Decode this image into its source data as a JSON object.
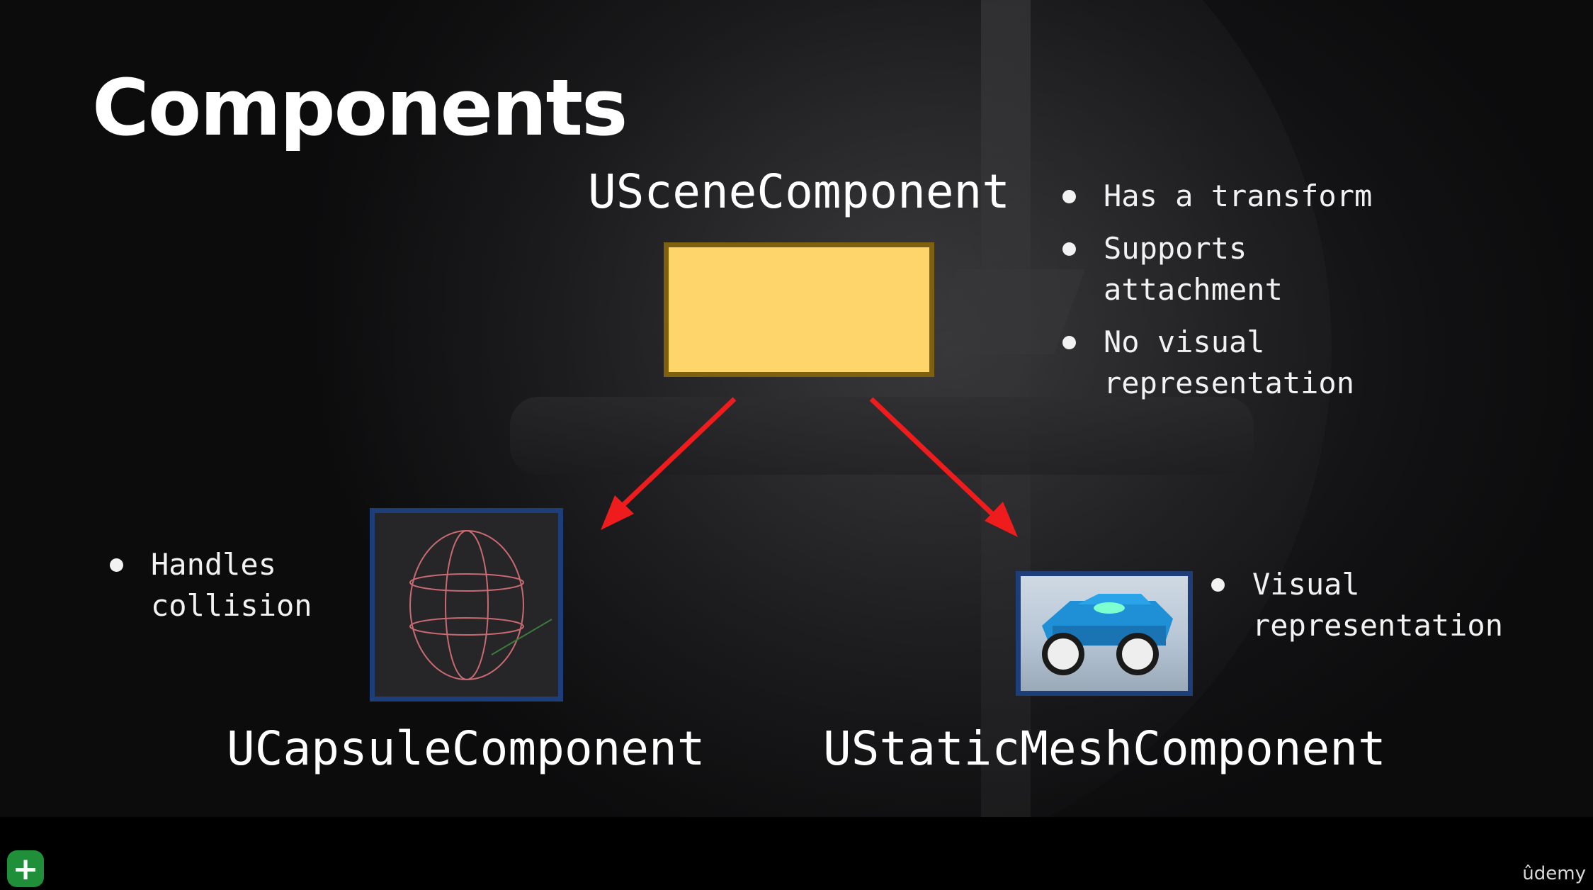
{
  "slide": {
    "title": "Components"
  },
  "scene_component": {
    "label": "USceneComponent",
    "box_color": "#fdd56a",
    "bullets": [
      "Has a transform",
      "Supports attachment",
      "No visual representation"
    ]
  },
  "capsule_component": {
    "label": "UCapsuleComponent",
    "bullets": [
      "Handles collision"
    ]
  },
  "static_mesh_component": {
    "label": "UStaticMeshComponent",
    "bullets": [
      "Visual representation"
    ]
  },
  "arrow_color": "#ee1c1c",
  "footer": {
    "brand": "ûdemy",
    "badge_icon": "plus-icon"
  }
}
